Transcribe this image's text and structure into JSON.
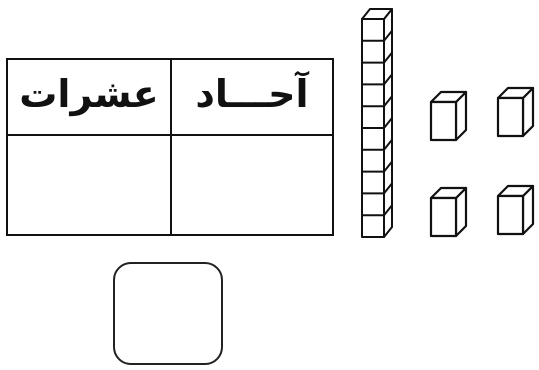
{
  "table": {
    "headers": {
      "tens": "عشرات",
      "ones": "آحـــاد"
    },
    "values": {
      "tens": "",
      "ones": ""
    }
  },
  "answer": {
    "value": ""
  },
  "manipulatives": {
    "tens_rods": 1,
    "rod_unit_cubes": 10,
    "loose_unit_cubes": 4
  },
  "colors": {
    "line": "#111111",
    "background": "#ffffff"
  }
}
